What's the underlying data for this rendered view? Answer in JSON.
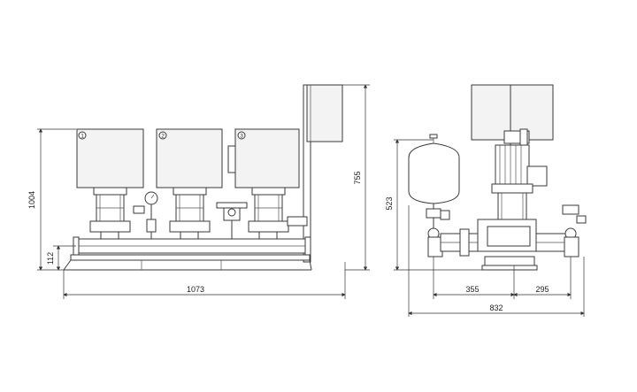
{
  "front_view": {
    "pump_markers": [
      "1",
      "2",
      "3"
    ],
    "dims": {
      "total_height": "1004",
      "width": "1073",
      "pipe_height": "112",
      "panel_height": "755"
    }
  },
  "side_view": {
    "dims": {
      "depth": "832",
      "left_offset": "355",
      "right_offset": "295",
      "pipe_height": "523"
    }
  }
}
